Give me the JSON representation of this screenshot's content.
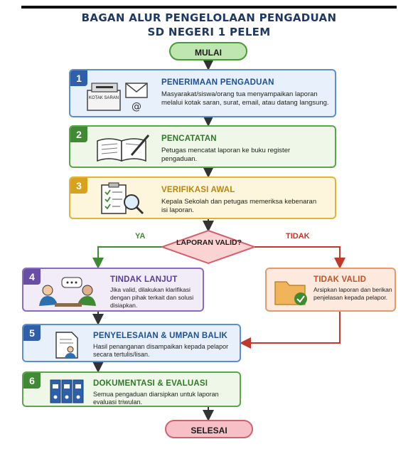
{
  "title": {
    "line1": "BAGAN ALUR PENGELOLAAN PENGADUAN",
    "line2": "SD NEGERI 1 PELEM"
  },
  "start": "MULAI",
  "end": "SELESAI",
  "steps": [
    {
      "num": "1",
      "title": "PENERIMAAN PENGADUAN",
      "desc": "Masyarakat/siswa/orang tua menyampaikan laporan melalui kotak saran, surat, email, atau datang langsung.",
      "icon": "suggestion-box-mail-icon",
      "icon_text": "KOTAK SARAN"
    },
    {
      "num": "2",
      "title": "PENCATATAN",
      "desc": "Petugas mencatat laporan ke buku register pengaduan.",
      "icon": "notebook-pen-icon"
    },
    {
      "num": "3",
      "title": "VERIFIKASI AWAL",
      "desc": "Kepala Sekolah dan petugas memeriksa kebenaran isi laporan.",
      "icon": "checklist-magnifier-icon"
    },
    {
      "num": "4",
      "title": "TINDAK LANJUT",
      "desc": "Jika valid, dilakukan klarifikasi dengan pihak terkait dan solusi disiapkan.",
      "icon": "discussion-people-icon"
    },
    {
      "num": "5",
      "title": "PENYELESAIAN & UMPAN BALIK",
      "desc": "Hasil penanganan disampaikan kepada pelapor secara tertulis/lisan.",
      "icon": "document-person-icon"
    },
    {
      "num": "6",
      "title": "DOKUMENTASI & EVALUASI",
      "desc": "Semua pengaduan diarsipkan untuk laporan evaluasi triwulan.",
      "icon": "binders-icon"
    }
  ],
  "decision": {
    "text": "LAPORAN VALID?",
    "yes": "YA",
    "no": "TIDAK"
  },
  "invalid": {
    "title": "TIDAK VALID",
    "desc": "Arsipkan laporan dan berikan penjelasan kepada pelapor.",
    "icon": "folder-check-icon"
  },
  "colors": {
    "title": "#1f3864",
    "blue": "#2e5fa8",
    "green": "#3f8a33",
    "yellow": "#d9a21c",
    "purple": "#6a4ea6",
    "orange": "#c0532a",
    "red": "#c0392b"
  }
}
